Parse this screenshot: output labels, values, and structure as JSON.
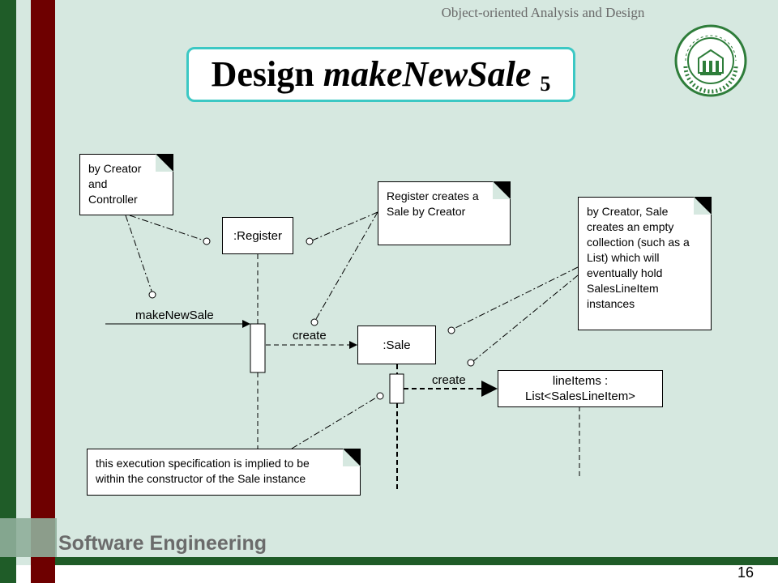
{
  "header": {
    "course": "Object-oriented Analysis and Design",
    "title_main": "Design ",
    "title_italic": "makeNewSale",
    "title_sub": "5"
  },
  "notes": {
    "creator_controller": "by Creator\nand\nController",
    "register_creates": "Register creates a\nSale by Creator",
    "sale_creates": "by Creator, Sale\ncreates an empty\ncollection (such as a\nList) which will\neventually hold\nSalesLineItem\ninstances",
    "execution_spec": "this execution specification is implied to be\nwithin the constructor of the Sale instance"
  },
  "lifelines": {
    "register": ":Register",
    "sale": ":Sale",
    "lineitems": "lineItems :\nList<SalesLineItem>"
  },
  "messages": {
    "make_new_sale": "makeNewSale",
    "create_sale": "create",
    "create_list": "create"
  },
  "footer": {
    "course_label": "Software Engineering",
    "page_number": "16"
  },
  "colors": {
    "background": "#d6e8e0",
    "title_border": "#3cc8c4",
    "bar_green": "#1f5c28",
    "bar_red": "#6e0000",
    "logo_green": "#2e7d3a"
  },
  "logo": {
    "icon": "university-seal-icon"
  }
}
